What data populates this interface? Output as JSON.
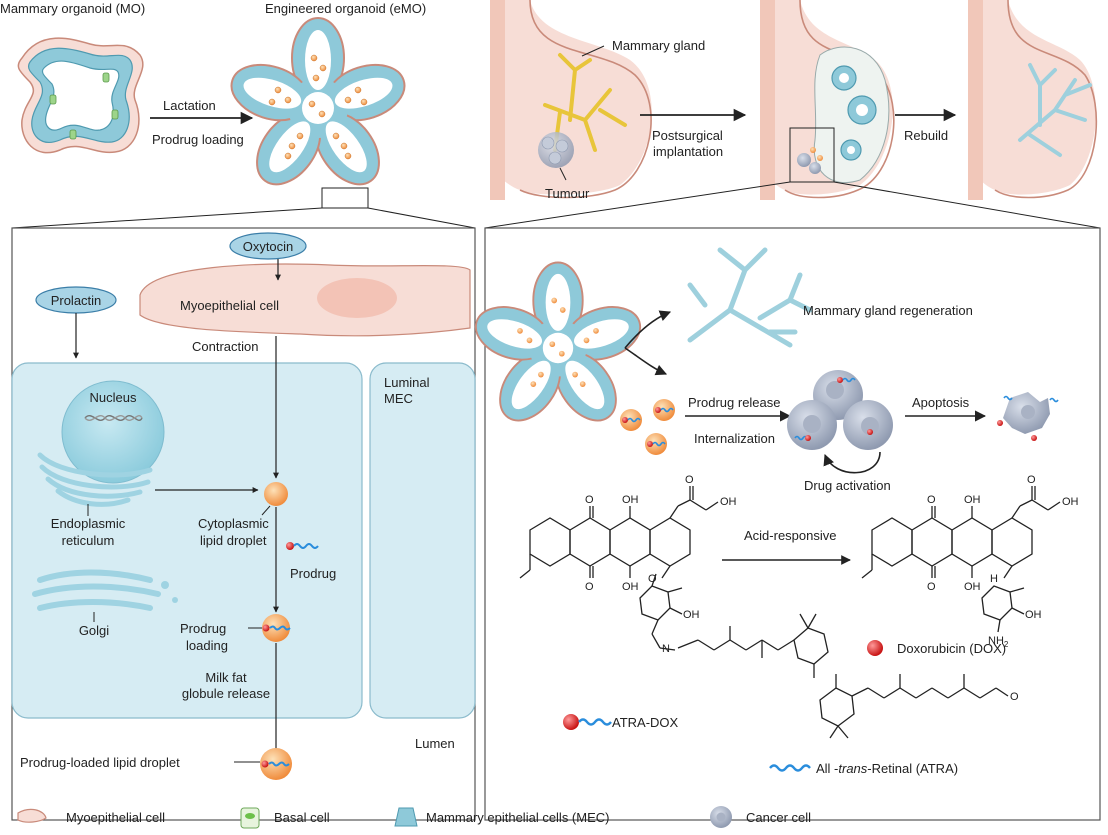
{
  "top_left": {
    "mo_title": "Mammary organoid (MO)",
    "emo_title": "Engineered organoid (eMO)",
    "arrow_top": "Lactation",
    "arrow_bottom": "Prodrug loading"
  },
  "top_right": {
    "gland_label": "Mammary gland",
    "tumour_label": "Tumour",
    "arrow1_line1": "Postsurgical",
    "arrow1_line2": "implantation",
    "arrow2": "Rebuild"
  },
  "left_panel": {
    "oxytocin": "Oxytocin",
    "prolactin": "Prolactin",
    "myoepithelial": "Myoepithelial cell",
    "contraction": "Contraction",
    "luminal_line1": "Luminal",
    "luminal_line2": "MEC",
    "nucleus": "Nucleus",
    "er_line1": "Endoplasmic",
    "er_line2": "reticulum",
    "cyto_line1": "Cytoplasmic",
    "cyto_line2": "lipid droplet",
    "prodrug": "Prodrug",
    "loading_line1": "Prodrug",
    "loading_line2": "loading",
    "golgi": "Golgi",
    "milk_line1": "Milk fat",
    "milk_line2": "globule release",
    "lumen": "Lumen",
    "loaded_droplet": "Prodrug-loaded lipid droplet"
  },
  "right_panel": {
    "regeneration": "Mammary gland regeneration",
    "release": "Prodrug release",
    "internalization": "Internalization",
    "apoptosis": "Apoptosis",
    "activation": "Drug activation",
    "acid": "Acid-responsive",
    "dox": "Doxorubicin (DOX)",
    "atra_dox": "ATRA-DOX",
    "atra_prefix": "All -",
    "atra_italic": "trans",
    "atra_suffix": "-Retinal (ATRA)"
  },
  "chem_labels": {
    "oh": "OH",
    "o": "O",
    "h": "H",
    "n": "N",
    "nh2": "NH",
    "sub2": "2"
  },
  "legend": [
    {
      "label": "Myoepithelial cell"
    },
    {
      "label": "Basal cell"
    },
    {
      "label": "Mammary epithelial cells (MEC)"
    },
    {
      "label": "Cancer cell"
    }
  ],
  "colors": {
    "epithelial": "#8ec9d9",
    "myoepithelial": "#f7ddd6",
    "panel_cell": "#d6ecf3",
    "gland": "#e8c53a",
    "droplet": "#f5a45a",
    "prodrug_line": "#2a8ddc",
    "dox_red": "#e02424",
    "cancer": "#9aa4b7"
  }
}
